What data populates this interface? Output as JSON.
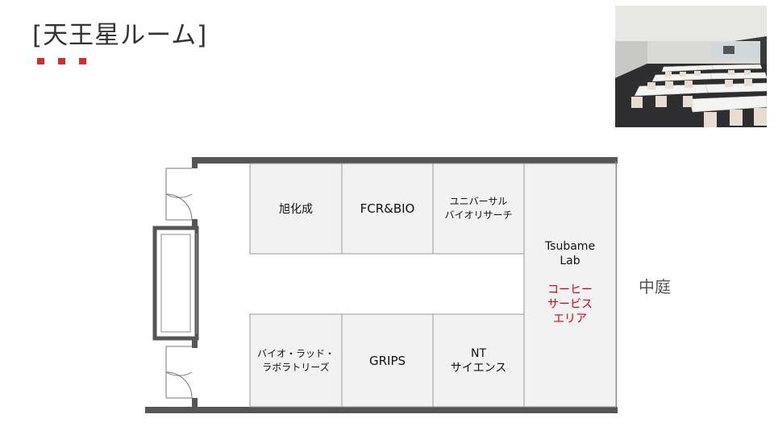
{
  "header": {
    "title": "[天王星ルーム]"
  },
  "colors": {
    "accent": "#d92b2b",
    "wall": "#555555",
    "room_fill": "#f2f2f2",
    "room_border": "#9a9a9a"
  },
  "photo": {
    "icon": "meeting-room-photo"
  },
  "rooms": [
    {
      "id": "asahi",
      "label": "旭化成"
    },
    {
      "id": "fcr",
      "label": "FCR&BIO"
    },
    {
      "id": "universal",
      "label": "ユニバーサル\nバイオリサーチ"
    },
    {
      "id": "tsubame",
      "label": "Tsubame\nLab",
      "note": "コーヒー\nサービス\nエリア"
    },
    {
      "id": "biolad",
      "label": "バイオ・ラッド・\nラボラトリーズ"
    },
    {
      "id": "grips",
      "label": "GRIPS"
    },
    {
      "id": "nt",
      "label": "NT\nサイエンス"
    }
  ],
  "courtyard": {
    "label": "中庭"
  }
}
